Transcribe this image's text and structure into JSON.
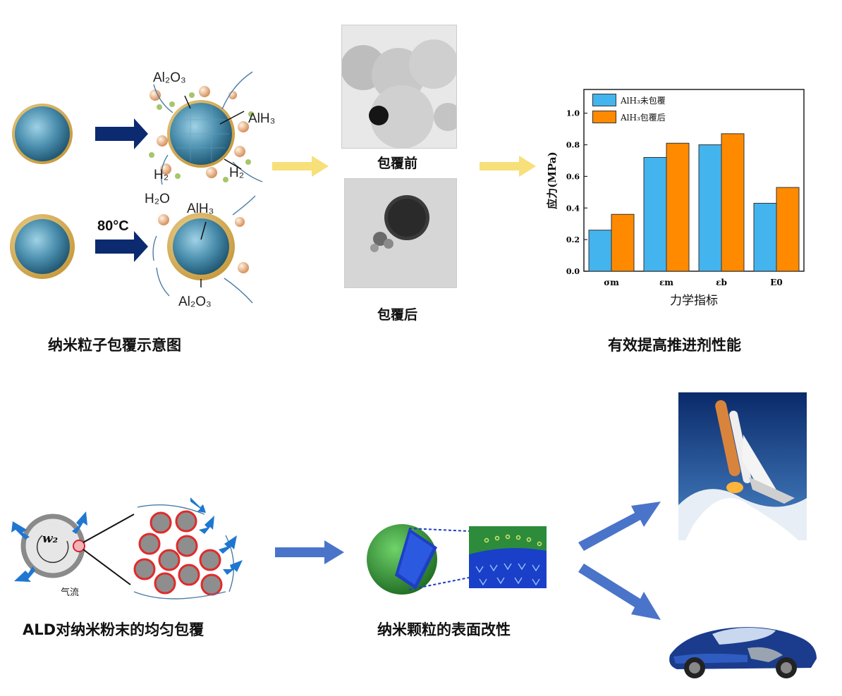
{
  "captions": {
    "coating_diagram": "纳米粒子包覆示意图",
    "before": "包覆前",
    "after": "包覆后",
    "performance": "有效提高推进剂性能",
    "ald": "ALD对纳米粉末的均匀包覆",
    "surface": "纳米颗粒的表面改性"
  },
  "labels": {
    "al2o3": "Al₂O₃",
    "alh3": "AlH₃",
    "h2": "H₂",
    "h2o": "H₂O",
    "temp": "80°C",
    "airflow": "气流",
    "w2": "w₂"
  },
  "colors": {
    "series_uncoated": "#44b4ee",
    "series_coated": "#ff8a00",
    "dark_arrow": "#0b2a6f",
    "yellow_arrow": "#f7e07a",
    "blue_arrow": "#4a74c9"
  },
  "chart_data": {
    "type": "bar",
    "categories": [
      "σm",
      "εm",
      "εb",
      "E0"
    ],
    "series": [
      {
        "name": "AlH₃未包覆",
        "values": [
          0.26,
          0.72,
          0.8,
          0.43
        ]
      },
      {
        "name": "AlH₃包覆后",
        "values": [
          0.36,
          0.81,
          0.87,
          0.53
        ]
      }
    ],
    "yticks": [
      "0.0",
      "0.2",
      "0.4",
      "0.6",
      "0.8",
      "1.0"
    ],
    "xlabel": "力学指标",
    "ylabel": "应力(MPa)",
    "ylim": [
      0,
      1.15
    ]
  }
}
